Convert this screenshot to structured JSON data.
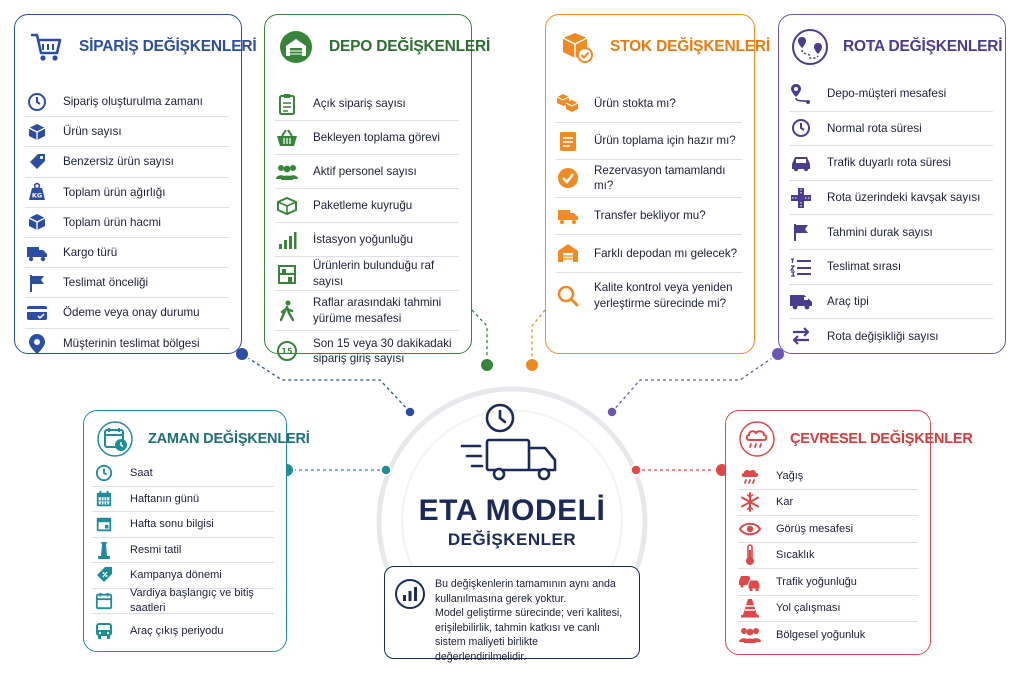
{
  "center": {
    "title": "ETA MODELİ",
    "subtitle": "DEĞİŞKENLER"
  },
  "note": {
    "line1": "Bu değişkenlerin tamamının aynı anda",
    "line2": "kullanılmasına gerek yoktur.",
    "line3": "Model geliştirme sürecinde; veri kalitesi,",
    "line4": "erişilebilirlik, tahmin katkısı ve canlı",
    "line5": "sistem maliyeti birlikte değerlendirilmelidir."
  },
  "colors": {
    "siparis": "#2b4ea2",
    "depo": "#37843a",
    "stok": "#f08a24",
    "rota": "#6b56b5",
    "zaman": "#1f8d97",
    "cevre": "#e04848",
    "center": "#1c2a5a"
  },
  "panels": {
    "siparis": {
      "title": "SİPARİŞ DEĞİŞKENLERİ",
      "icon": "shopping-cart-icon",
      "items": [
        {
          "label": "Sipariş oluşturulma zamanı",
          "icon": "clock-icon"
        },
        {
          "label": "Ürün sayısı",
          "icon": "box-icon"
        },
        {
          "label": "Benzersiz ürün sayısı",
          "icon": "tag-icon"
        },
        {
          "label": "Toplam ürün ağırlığı",
          "icon": "weight-icon",
          "icon_text": "KG"
        },
        {
          "label": "Toplam ürün hacmi",
          "icon": "cube-icon"
        },
        {
          "label": "Kargo türü",
          "icon": "truck-icon"
        },
        {
          "label": "Teslimat önceliği",
          "icon": "flag-icon"
        },
        {
          "label": "Ödeme veya onay durumu",
          "icon": "card-icon"
        },
        {
          "label": "Müşterinin teslimat bölgesi",
          "icon": "location-pin-icon"
        }
      ]
    },
    "depo": {
      "title": "DEPO DEĞİŞKENLERİ",
      "icon": "warehouse-icon",
      "items": [
        {
          "label": "Açık sipariş sayısı",
          "icon": "clipboard-icon"
        },
        {
          "label": "Bekleyen toplama görevi",
          "icon": "basket-icon"
        },
        {
          "label": "Aktif personel sayısı",
          "icon": "people-icon"
        },
        {
          "label": "Paketleme kuyruğu",
          "icon": "package-icon"
        },
        {
          "label": "İstasyon yoğunluğu",
          "icon": "signal-bars-icon"
        },
        {
          "label": "Ürünlerin bulunduğu raf sayısı",
          "icon": "shelf-icon"
        },
        {
          "label": "Raflar arasındaki tahmini yürüme mesafesi",
          "icon": "walking-person-icon"
        },
        {
          "label": "Son 15 veya 30 dakikadaki sipariş giriş sayısı",
          "icon": "timer-icon",
          "icon_text": "15"
        }
      ]
    },
    "stok": {
      "title": "STOK DEĞİŞKENLERİ",
      "icon": "box-check-icon",
      "items": [
        {
          "label": "Ürün stokta mı?",
          "icon": "boxes-icon"
        },
        {
          "label": "Ürün toplama için hazır mı?",
          "icon": "checklist-icon"
        },
        {
          "label": "Rezervasyon tamamlandı mı?",
          "icon": "check-circle-icon"
        },
        {
          "label": "Transfer bekliyor mu?",
          "icon": "truck-icon"
        },
        {
          "label": "Farklı depodan mı gelecek?",
          "icon": "warehouse-icon"
        },
        {
          "label": "Kalite kontrol veya yeniden yerleştirme sürecinde mi?",
          "icon": "magnifier-icon"
        }
      ]
    },
    "rota": {
      "title": "ROTA DEĞİŞKENLERİ",
      "icon": "route-icon",
      "items": [
        {
          "label": "Depo-müşteri mesafesi",
          "icon": "route-pin-icon"
        },
        {
          "label": "Normal rota süresi",
          "icon": "clock-icon"
        },
        {
          "label": "Trafik duyarlı rota süresi",
          "icon": "car-icon"
        },
        {
          "label": "Rota üzerindeki kavşak sayısı",
          "icon": "intersection-icon"
        },
        {
          "label": "Tahmini durak sayısı",
          "icon": "stop-flag-icon"
        },
        {
          "label": "Teslimat sırası",
          "icon": "numbered-list-icon"
        },
        {
          "label": "Araç tipi",
          "icon": "van-icon"
        },
        {
          "label": "Rota değişikliği sayısı",
          "icon": "swap-arrows-icon"
        }
      ]
    },
    "zaman": {
      "title": "ZAMAN DEĞİŞKENLERİ",
      "icon": "calendar-clock-icon",
      "items": [
        {
          "label": "Saat",
          "icon": "clock-icon"
        },
        {
          "label": "Haftanın günü",
          "icon": "calendar-icon"
        },
        {
          "label": "Hafta sonu bilgisi",
          "icon": "calendar-weekend-icon"
        },
        {
          "label": "Resmi tatil",
          "icon": "monument-icon"
        },
        {
          "label": "Kampanya dönemi",
          "icon": "percent-tag-icon"
        },
        {
          "label": "Vardiya başlangıç ve bitiş saatleri",
          "icon": "shift-calendar-icon"
        },
        {
          "label": "Araç çıkış periyodu",
          "icon": "bus-icon"
        }
      ]
    },
    "cevre": {
      "title": "ÇEVRESEL DEĞİŞKENLER",
      "icon": "cloud-rain-icon",
      "items": [
        {
          "label": "Yağış",
          "icon": "rain-icon"
        },
        {
          "label": "Kar",
          "icon": "snowflake-icon"
        },
        {
          "label": "Görüş mesafesi",
          "icon": "eye-icon"
        },
        {
          "label": "Sıcaklık",
          "icon": "thermometer-icon"
        },
        {
          "label": "Trafik yoğunluğu",
          "icon": "traffic-cars-icon"
        },
        {
          "label": "Yol çalışması",
          "icon": "traffic-cone-icon"
        },
        {
          "label": "Bölgesel yoğunluk",
          "icon": "crowd-icon"
        }
      ]
    }
  }
}
